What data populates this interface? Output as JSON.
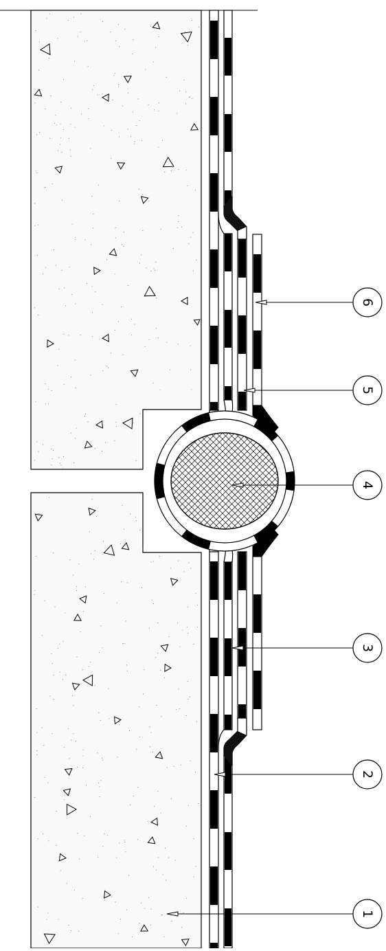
{
  "drawing": {
    "background": "#ffffff",
    "line_color": "#000000",
    "concrete_fill": "#fafafa",
    "callouts": [
      {
        "id": "c1",
        "label": "1"
      },
      {
        "id": "c2",
        "label": "2"
      },
      {
        "id": "c3",
        "label": "3"
      },
      {
        "id": "c4",
        "label": "4"
      },
      {
        "id": "c5",
        "label": "5"
      },
      {
        "id": "c6",
        "label": "6"
      }
    ]
  }
}
